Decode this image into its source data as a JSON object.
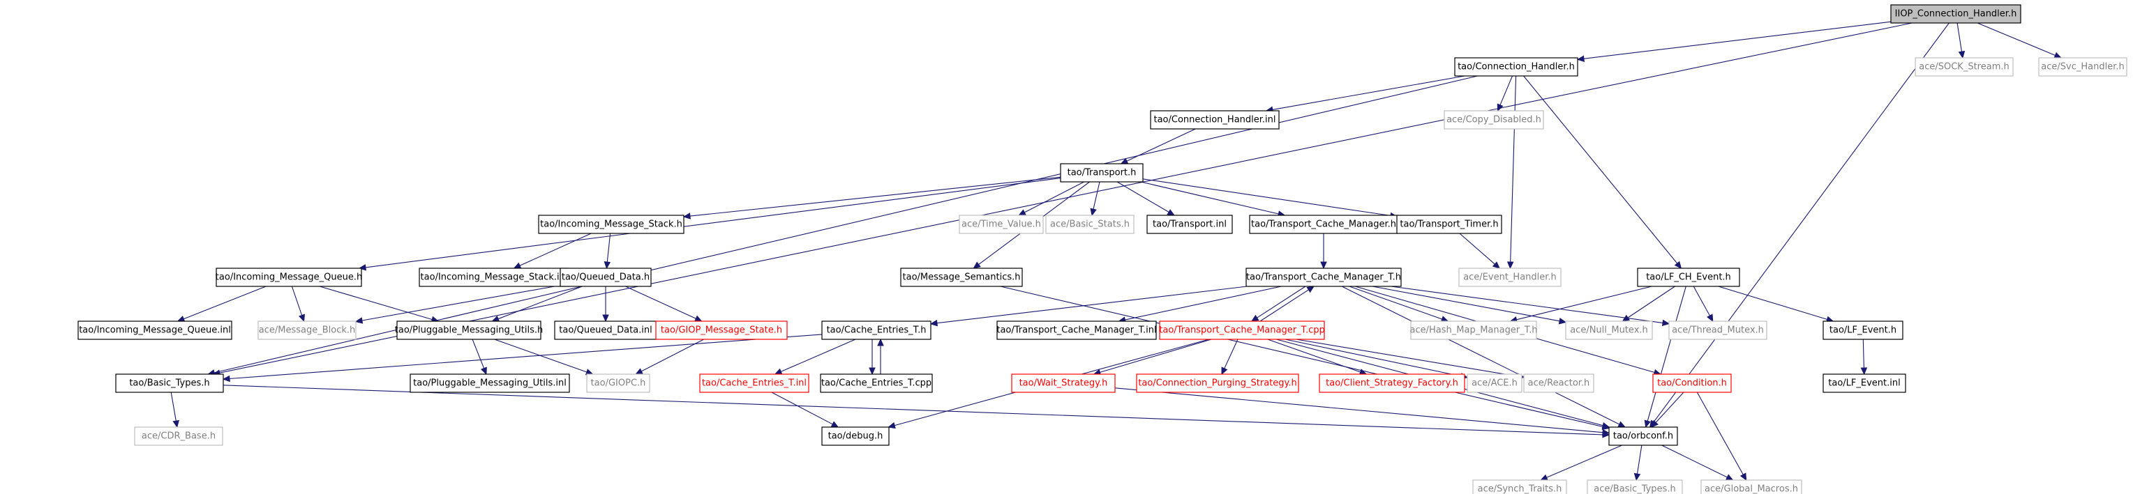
{
  "nodes": [
    {
      "id": "root",
      "label": "IIOP_Connection_Handler.h",
      "style": "root"
    },
    {
      "id": "conn_handler_h",
      "label": "tao/Connection_Handler.h",
      "style": "normal"
    },
    {
      "id": "sock_stream",
      "label": "ace/SOCK_Stream.h",
      "style": "external"
    },
    {
      "id": "svc_handler",
      "label": "ace/Svc_Handler.h",
      "style": "external"
    },
    {
      "id": "conn_handler_inl",
      "label": "tao/Connection_Handler.inl",
      "style": "normal"
    },
    {
      "id": "copy_disabled",
      "label": "ace/Copy_Disabled.h",
      "style": "external"
    },
    {
      "id": "transport_h",
      "label": "tao/Transport.h",
      "style": "normal"
    },
    {
      "id": "incoming_stack_h",
      "label": "tao/Incoming_Message_Stack.h",
      "style": "normal"
    },
    {
      "id": "time_value",
      "label": "ace/Time_Value.h",
      "style": "external"
    },
    {
      "id": "basic_stats",
      "label": "ace/Basic_Stats.h",
      "style": "external"
    },
    {
      "id": "transport_inl",
      "label": "tao/Transport.inl",
      "style": "normal"
    },
    {
      "id": "tcm_h",
      "label": "tao/Transport_Cache_Manager.h",
      "style": "normal"
    },
    {
      "id": "transport_timer",
      "label": "tao/Transport_Timer.h",
      "style": "normal"
    },
    {
      "id": "incoming_queue_h",
      "label": "tao/Incoming_Message_Queue.h",
      "style": "normal"
    },
    {
      "id": "incoming_stack_inl",
      "label": "tao/Incoming_Message_Stack.inl",
      "style": "normal"
    },
    {
      "id": "queued_data_h",
      "label": "tao/Queued_Data.h",
      "style": "normal"
    },
    {
      "id": "message_semantics",
      "label": "tao/Message_Semantics.h",
      "style": "normal"
    },
    {
      "id": "tcm_t_h",
      "label": "tao/Transport_Cache_Manager_T.h",
      "style": "normal"
    },
    {
      "id": "event_handler",
      "label": "ace/Event_Handler.h",
      "style": "external"
    },
    {
      "id": "lf_ch_event",
      "label": "tao/LF_CH_Event.h",
      "style": "normal"
    },
    {
      "id": "incoming_queue_inl",
      "label": "tao/Incoming_Message_Queue.inl",
      "style": "normal"
    },
    {
      "id": "message_block",
      "label": "ace/Message_Block.h",
      "style": "external"
    },
    {
      "id": "pmu_h",
      "label": "tao/Pluggable_Messaging_Utils.h",
      "style": "normal"
    },
    {
      "id": "queued_data_inl",
      "label": "tao/Queued_Data.inl",
      "style": "normal"
    },
    {
      "id": "giop_state",
      "label": "tao/GIOP_Message_State.h",
      "style": "truncated"
    },
    {
      "id": "cache_entries_h",
      "label": "tao/Cache_Entries_T.h",
      "style": "normal"
    },
    {
      "id": "tcm_t_inl",
      "label": "tao/Transport_Cache_Manager_T.inl",
      "style": "normal"
    },
    {
      "id": "tcm_t_cpp",
      "label": "tao/Transport_Cache_Manager_T.cpp",
      "style": "truncated"
    },
    {
      "id": "hash_map",
      "label": "ace/Hash_Map_Manager_T.h",
      "style": "external"
    },
    {
      "id": "null_mutex",
      "label": "ace/Null_Mutex.h",
      "style": "external"
    },
    {
      "id": "thread_mutex",
      "label": "ace/Thread_Mutex.h",
      "style": "external"
    },
    {
      "id": "lf_event_h",
      "label": "tao/LF_Event.h",
      "style": "normal"
    },
    {
      "id": "basic_types_h",
      "label": "tao/Basic_Types.h",
      "style": "normal"
    },
    {
      "id": "pmu_inl",
      "label": "tao/Pluggable_Messaging_Utils.inl",
      "style": "normal"
    },
    {
      "id": "giopc",
      "label": "tao/GIOPC.h",
      "style": "external"
    },
    {
      "id": "cache_entries_inl",
      "label": "tao/Cache_Entries_T.inl",
      "style": "truncated"
    },
    {
      "id": "cache_entries_cpp",
      "label": "tao/Cache_Entries_T.cpp",
      "style": "normal"
    },
    {
      "id": "wait_strategy",
      "label": "tao/Wait_Strategy.h",
      "style": "truncated"
    },
    {
      "id": "purging",
      "label": "tao/Connection_Purging_Strategy.h",
      "style": "truncated"
    },
    {
      "id": "client_factory",
      "label": "tao/Client_Strategy_Factory.h",
      "style": "truncated"
    },
    {
      "id": "ace_h",
      "label": "ace/ACE.h",
      "style": "external"
    },
    {
      "id": "reactor",
      "label": "ace/Reactor.h",
      "style": "external"
    },
    {
      "id": "condition",
      "label": "tao/Condition.h",
      "style": "truncated"
    },
    {
      "id": "lf_event_inl",
      "label": "tao/LF_Event.inl",
      "style": "normal"
    },
    {
      "id": "cdr_base",
      "label": "ace/CDR_Base.h",
      "style": "external"
    },
    {
      "id": "debug_h",
      "label": "tao/debug.h",
      "style": "normal"
    },
    {
      "id": "orbconf",
      "label": "tao/orbconf.h",
      "style": "normal"
    },
    {
      "id": "synch_traits",
      "label": "ace/Synch_Traits.h",
      "style": "external"
    },
    {
      "id": "ace_basic_types",
      "label": "ace/Basic_Types.h",
      "style": "external"
    },
    {
      "id": "global_macros",
      "label": "ace/Global_Macros.h",
      "style": "external"
    }
  ],
  "edges": [
    [
      "root",
      "conn_handler_h"
    ],
    [
      "root",
      "sock_stream"
    ],
    [
      "root",
      "svc_handler"
    ],
    [
      "root",
      "basic_types_h"
    ],
    [
      "root",
      "orbconf"
    ],
    [
      "conn_handler_h",
      "conn_handler_inl"
    ],
    [
      "conn_handler_h",
      "copy_disabled"
    ],
    [
      "conn_handler_h",
      "event_handler"
    ],
    [
      "conn_handler_h",
      "lf_ch_event"
    ],
    [
      "conn_handler_h",
      "basic_types_h"
    ],
    [
      "conn_handler_inl",
      "transport_h"
    ],
    [
      "transport_h",
      "incoming_stack_h"
    ],
    [
      "transport_h",
      "time_value"
    ],
    [
      "transport_h",
      "basic_stats"
    ],
    [
      "transport_h",
      "transport_inl"
    ],
    [
      "transport_h",
      "tcm_h"
    ],
    [
      "transport_h",
      "transport_timer"
    ],
    [
      "transport_h",
      "incoming_queue_h"
    ],
    [
      "transport_h",
      "message_semantics"
    ],
    [
      "incoming_stack_h",
      "incoming_stack_inl"
    ],
    [
      "incoming_stack_h",
      "queued_data_h"
    ],
    [
      "queued_data_h",
      "message_block"
    ],
    [
      "queued_data_h",
      "pmu_h"
    ],
    [
      "queued_data_h",
      "queued_data_inl"
    ],
    [
      "queued_data_h",
      "giop_state"
    ],
    [
      "incoming_queue_h",
      "incoming_queue_inl"
    ],
    [
      "incoming_queue_h",
      "message_block"
    ],
    [
      "incoming_queue_h",
      "pmu_h"
    ],
    [
      "pmu_h",
      "pmu_inl"
    ],
    [
      "pmu_h",
      "giopc"
    ],
    [
      "giop_state",
      "giopc"
    ],
    [
      "tcm_h",
      "tcm_t_h"
    ],
    [
      "transport_timer",
      "event_handler"
    ],
    [
      "tcm_t_h",
      "cache_entries_h"
    ],
    [
      "tcm_t_h",
      "tcm_t_inl"
    ],
    [
      "tcm_t_h",
      "tcm_t_cpp"
    ],
    [
      "tcm_t_h",
      "hash_map"
    ],
    [
      "tcm_t_h",
      "null_mutex"
    ],
    [
      "tcm_t_h",
      "thread_mutex"
    ],
    [
      "tcm_t_h",
      "condition"
    ],
    [
      "tcm_t_h",
      "orbconf"
    ],
    [
      "tcm_t_cpp",
      "tcm_t_h"
    ],
    [
      "tcm_t_cpp",
      "wait_strategy"
    ],
    [
      "tcm_t_cpp",
      "purging"
    ],
    [
      "tcm_t_cpp",
      "client_factory"
    ],
    [
      "tcm_t_cpp",
      "ace_h"
    ],
    [
      "tcm_t_cpp",
      "reactor"
    ],
    [
      "tcm_t_cpp",
      "debug_h"
    ],
    [
      "tcm_t_cpp",
      "orbconf"
    ],
    [
      "cache_entries_h",
      "basic_types_h"
    ],
    [
      "cache_entries_h",
      "cache_entries_inl"
    ],
    [
      "cache_entries_h",
      "cache_entries_cpp"
    ],
    [
      "cache_entries_cpp",
      "cache_entries_h"
    ],
    [
      "cache_entries_inl",
      "debug_h"
    ],
    [
      "lf_ch_event",
      "hash_map"
    ],
    [
      "lf_ch_event",
      "null_mutex"
    ],
    [
      "lf_ch_event",
      "thread_mutex"
    ],
    [
      "lf_ch_event",
      "lf_event_h"
    ],
    [
      "lf_ch_event",
      "orbconf"
    ],
    [
      "lf_event_h",
      "lf_event_inl"
    ],
    [
      "basic_types_h",
      "cdr_base"
    ],
    [
      "basic_types_h",
      "orbconf"
    ],
    [
      "message_semantics",
      "orbconf"
    ],
    [
      "wait_strategy",
      "orbconf"
    ],
    [
      "condition",
      "orbconf"
    ],
    [
      "condition",
      "global_macros"
    ],
    [
      "orbconf",
      "synch_traits"
    ],
    [
      "orbconf",
      "ace_basic_types"
    ],
    [
      "orbconf",
      "global_macros"
    ]
  ]
}
